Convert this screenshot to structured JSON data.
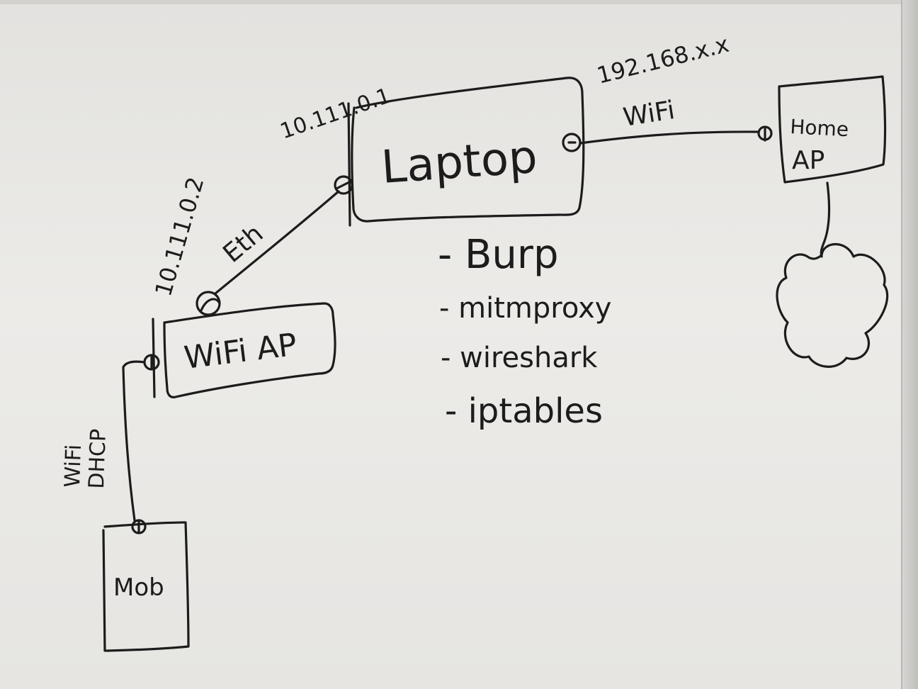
{
  "diagram": {
    "nodes": {
      "laptop": {
        "label": "Laptop"
      },
      "home_ap": {
        "label_line1": "Home",
        "label_line2": "AP"
      },
      "wifi_ap": {
        "label": "WiFi AP"
      },
      "mob": {
        "label": "Mob"
      },
      "internet": {
        "shape": "cloud"
      }
    },
    "annotations": {
      "laptop_ip": "10.111.0.1",
      "wifi_ap_ip": "10.111.0.2",
      "home_ip": "192.168.x.x",
      "home_link": "WiFi",
      "eth_link": "Eth",
      "mob_link_line1": "WiFi",
      "mob_link_line2": "DHCP"
    },
    "tools": [
      "- Burp",
      "- mitmproxy",
      "- wireshark",
      "- iptables"
    ]
  },
  "colors": {
    "ink": "#1c1c1c",
    "board": "#e9e8e5"
  }
}
